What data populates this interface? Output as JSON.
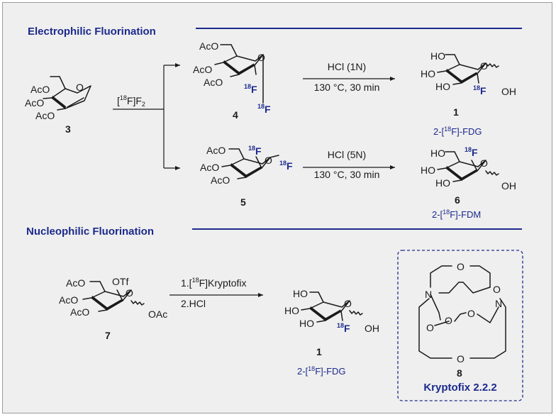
{
  "sections": {
    "electrophilic": "Electrophilic Fluorination",
    "nucleophilic": "Nucleophilic Fluorination"
  },
  "compounds": {
    "c3": {
      "number": "3",
      "sub": [
        "AcO",
        "AcO",
        "AcO"
      ]
    },
    "c4": {
      "number": "4",
      "sub": [
        "AcO",
        "AcO",
        "AcO"
      ],
      "f_mass": "18",
      "f": "F"
    },
    "c5": {
      "number": "5",
      "sub": [
        "AcO",
        "AcO",
        "AcO"
      ],
      "f_mass": "18",
      "f": "F"
    },
    "c1a": {
      "number": "1",
      "sub": [
        "HO",
        "HO",
        "HO",
        "OH"
      ],
      "f_mass": "18",
      "f": "F",
      "name_pre": "2-[",
      "name_mass": "18",
      "name_post": "F]-FDG"
    },
    "c6": {
      "number": "6",
      "sub": [
        "HO",
        "HO",
        "HO",
        "OH"
      ],
      "f_mass": "18",
      "f": "F",
      "name_pre": "2-[",
      "name_mass": "18",
      "name_post": "F]-FDM"
    },
    "c7": {
      "number": "7",
      "sub": [
        "AcO",
        "AcO",
        "AcO",
        "OTf",
        "OAc"
      ]
    },
    "c1b": {
      "number": "1",
      "sub": [
        "HO",
        "HO",
        "HO",
        "OH"
      ],
      "f_mass": "18",
      "f": "F",
      "name_pre": "2-[",
      "name_mass": "18",
      "name_post": "F]-FDG"
    },
    "c8": {
      "number": "8",
      "name": "Kryptofix 2.2.2",
      "atoms": {
        "o": "O",
        "n": "N"
      }
    }
  },
  "reagents": {
    "r1": {
      "pre": "[",
      "mass": "18",
      "post": "F]F",
      "sub": "2"
    },
    "r2": {
      "line1": "HCl (1N)",
      "line2": "130 °C, 30 min"
    },
    "r3": {
      "line1": "HCl (5N)",
      "line2": "130 °C, 30 min"
    },
    "r4": {
      "pre": "1.[",
      "mass": "18",
      "post": "F]Kryptofix",
      "line2": "2.HCl"
    }
  },
  "ring_o": "O",
  "colors": {
    "accent": "#1c2a8c",
    "panel": "#efefef",
    "text": "#1a1a1a"
  }
}
